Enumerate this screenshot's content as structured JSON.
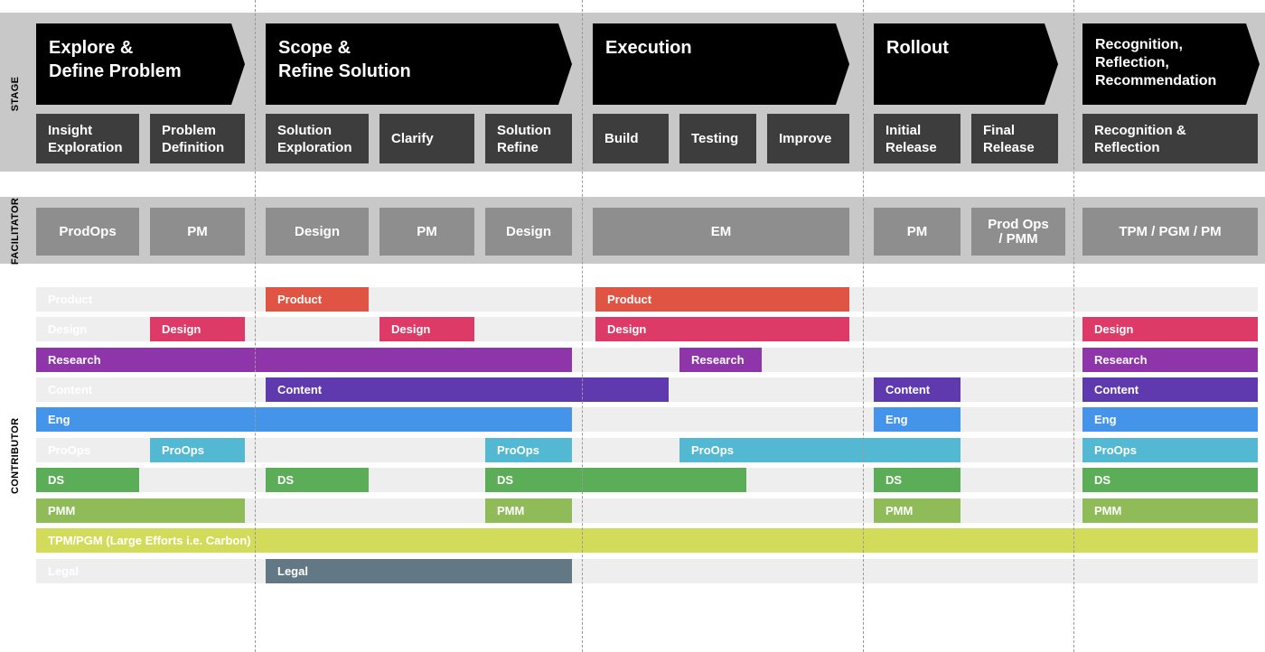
{
  "labels": {
    "stage": "STAGE",
    "facilitator": "FACILITATOR",
    "contributor": "CONTRIBUTOR"
  },
  "stages": [
    {
      "label": "Explore &\nDefine Problem"
    },
    {
      "label": "Scope &\nRefine Solution"
    },
    {
      "label": "Execution"
    },
    {
      "label": "Rollout"
    },
    {
      "label": "Recognition,\nReflection,\nRecommendation"
    }
  ],
  "substages": [
    {
      "label": "Insight\nExploration"
    },
    {
      "label": "Problem\nDefinition"
    },
    {
      "label": "Solution\nExploration"
    },
    {
      "label": "Clarify"
    },
    {
      "label": "Solution\nRefine"
    },
    {
      "label": "Build"
    },
    {
      "label": "Testing"
    },
    {
      "label": "Improve"
    },
    {
      "label": "Initial\nRelease"
    },
    {
      "label": "Final\nRelease"
    },
    {
      "label": "Recognition &\nReflection"
    }
  ],
  "facilitators": [
    {
      "label": "ProdOps"
    },
    {
      "label": "PM"
    },
    {
      "label": "Design"
    },
    {
      "label": "PM"
    },
    {
      "label": "Design"
    },
    {
      "label": "EM"
    },
    {
      "label": "PM"
    },
    {
      "label": "Prod Ops\n/ PMM"
    },
    {
      "label": "TPM / PGM / PM"
    }
  ],
  "contributors": [
    {
      "name": "Product",
      "color": "#e05443"
    },
    {
      "name": "Design",
      "color": "#dd3a68"
    },
    {
      "name": "Research",
      "color": "#8e35aa"
    },
    {
      "name": "Content",
      "color": "#5e3aae"
    },
    {
      "name": "Eng",
      "color": "#4494ea"
    },
    {
      "name": "ProOps",
      "color": "#53b9d2"
    },
    {
      "name": "DS",
      "color": "#5cad57"
    },
    {
      "name": "PMM",
      "color": "#8fbb58"
    },
    {
      "name": "TPM/PGM (Large Efforts i.e. Carbon)",
      "color": "#d2dc5a"
    },
    {
      "name": "Legal",
      "color": "#637885"
    }
  ]
}
